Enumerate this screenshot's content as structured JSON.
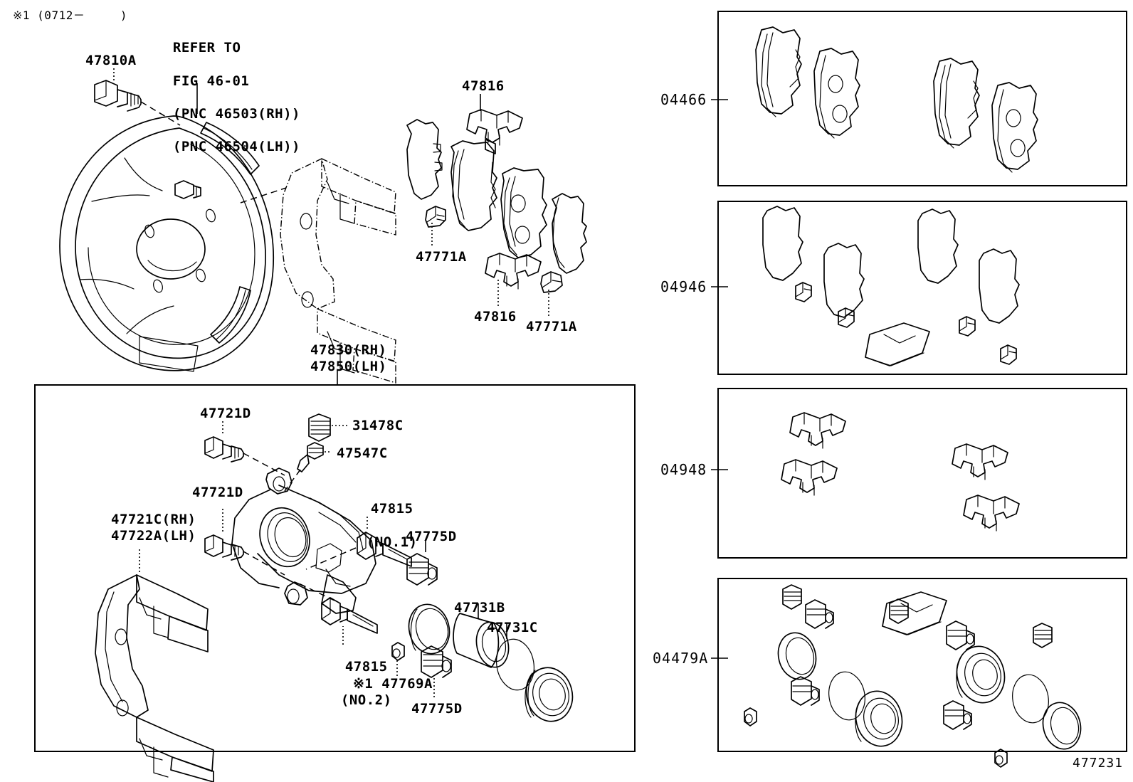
{
  "figure": {
    "id": "477231",
    "note": "※1 (0712－　　　)",
    "refer": [
      "REFER TO",
      "FIG 46-01",
      "(PNC 46503(RH))",
      "(PNC 46504(LH))"
    ]
  },
  "main_labels": [
    {
      "key": "47810A",
      "text": "47810A"
    },
    {
      "key": "47816_top",
      "text": "47816"
    },
    {
      "key": "47771A_left",
      "text": "47771A"
    },
    {
      "key": "47816_bottom",
      "text": "47816"
    },
    {
      "key": "47771A_right",
      "text": "47771A"
    },
    {
      "key": "47830_47850",
      "text": "47830(RH)\n47850(LH)"
    }
  ],
  "caliper_box_labels": [
    {
      "key": "47721D_upper",
      "text": "47721D"
    },
    {
      "key": "31478C",
      "text": "31478C"
    },
    {
      "key": "47547C",
      "text": "47547C"
    },
    {
      "key": "47721D_lower",
      "text": "47721D"
    },
    {
      "key": "47815_no1",
      "text": "47815",
      "sub": "(NO.1)"
    },
    {
      "key": "47775D_upper",
      "text": "47775D"
    },
    {
      "key": "47721C_47722A",
      "text": "47721C(RH)\n47722A(LH)"
    },
    {
      "key": "47731B",
      "text": "47731B"
    },
    {
      "key": "47731C",
      "text": "47731C"
    },
    {
      "key": "47815_no2",
      "text": "47815",
      "sub": "(NO.2)"
    },
    {
      "key": "47769A",
      "text": "※1 47769A"
    },
    {
      "key": "47775D_lower",
      "text": "47775D"
    }
  ],
  "kit_panels": [
    {
      "key": "04466",
      "label": "04466"
    },
    {
      "key": "04946",
      "label": "04946"
    },
    {
      "key": "04948",
      "label": "04948"
    },
    {
      "key": "04479A",
      "label": "04479A"
    }
  ]
}
